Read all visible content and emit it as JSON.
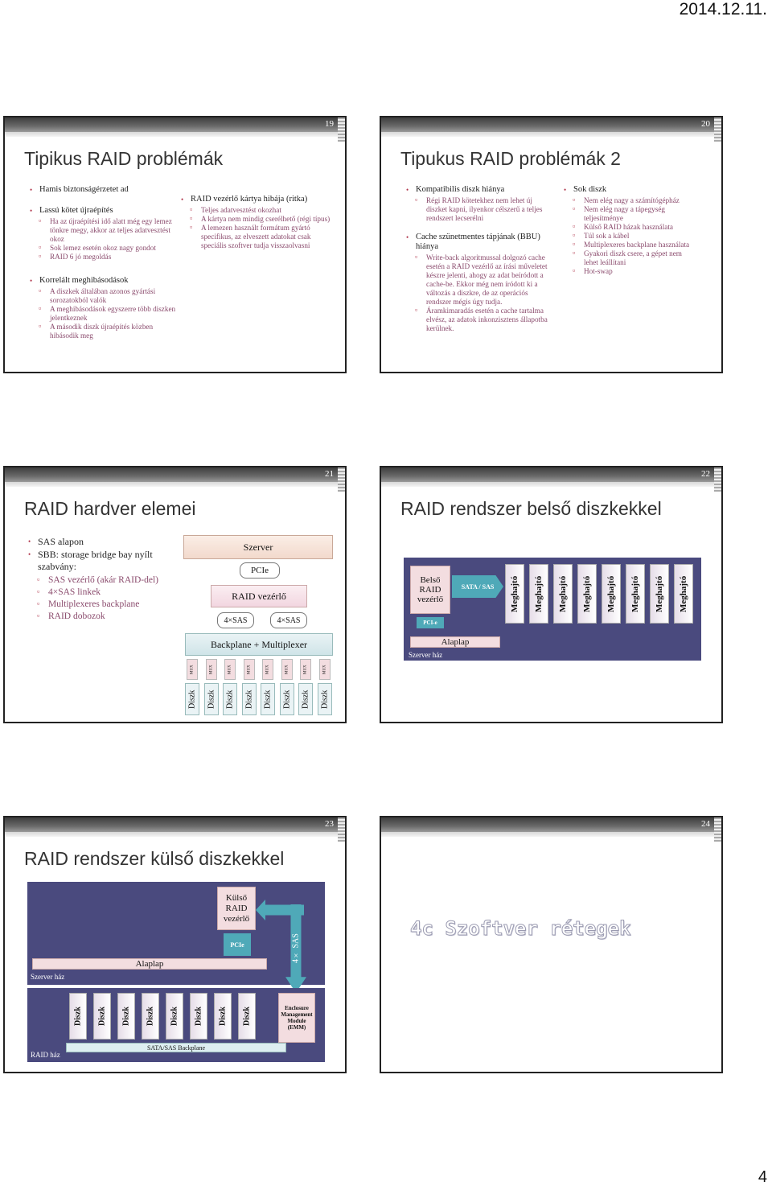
{
  "header": {
    "date": "2014.12.11."
  },
  "footer": {
    "page": "4"
  },
  "s19": {
    "num": "19",
    "title": "Tipikus RAID problémák",
    "col1": [
      {
        "t": "Hamis biztonságérzetet ad",
        "sub": []
      },
      {
        "t": "Lassú kötet újraépítés",
        "sub": [
          "Ha az újraépítési idő alatt még egy lemez tönkre megy, akkor az teljes adatvesztést okoz",
          "Sok lemez esetén okoz nagy gondot",
          "RAID 6 jó megoldás"
        ]
      },
      {
        "t": "Korrelált meghibásodások",
        "sub": [
          "A diszkek általában azonos gyártási sorozatokból valók",
          "A meghibásodások egyszerre több diszken jelentkeznek",
          "A második diszk újraépítés közben hibásodik meg"
        ]
      }
    ],
    "col2": [
      {
        "t": "RAID vezérlő kártya hibája (ritka)",
        "sub": [
          "Teljes adatvesztést okozhat",
          "A kártya nem mindig cserélhető (régi típus)",
          "A lemezen használt formátum gyártó specifikus, az elveszett adatokat csak speciális szoftver tudja visszaolvasni"
        ]
      }
    ]
  },
  "s20": {
    "num": "20",
    "title": "Tipukus RAID problémák 2",
    "col1": [
      {
        "t": "Kompatibilis diszk hiánya",
        "sub": [
          "Régi RAID kötetekhez nem lehet új diszket kapni, ilyenkor célszerű a teljes rendszert lecserélni"
        ]
      },
      {
        "t": "Cache szünetmentes tápjának (BBU) hiánya",
        "sub": [
          "Write-back algoritmussal dolgozó cache esetén a RAID vezérlő az írási műveletet készre jelenti, ahogy az adat beíródott a cache-be. Ekkor még nem íródott ki a változás a diszkre, de az operációs rendszer mégis úgy tudja.",
          "Áramkimaradás esetén a cache tartalma elvész, az adatok inkonzisztens állapotba kerülnek."
        ]
      }
    ],
    "col2": [
      {
        "t": "Sok diszk",
        "sub": [
          "Nem elég nagy a számítógépház",
          "Nem elég nagy a tápegység teljesítménye",
          "Külső RAID házak használata",
          "Túl sok a kábel",
          "Multiplexeres backplane használata",
          "Gyakori diszk csere, a gépet nem lehet leállítani",
          "Hot-swap"
        ]
      }
    ]
  },
  "s21": {
    "num": "21",
    "title": "RAID hardver elemei",
    "col1": [
      {
        "t": "SAS alapon",
        "sub": []
      },
      {
        "t": "SBB: storage bridge bay nyílt szabvány:",
        "sub": [
          "SAS vezérlő (akár RAID-del)",
          "4×SAS linkek",
          "Multiplexeres backplane",
          "RAID dobozok"
        ]
      }
    ],
    "diagram": {
      "server": "Szerver",
      "pcie": "PCIe",
      "raid": "RAID vezérlő",
      "sas_left": "4×SAS",
      "sas_right": "4×SAS",
      "backplane": "Backplane + Multiplexer",
      "mux": [
        "MUX",
        "MUX",
        "MUX",
        "MUX",
        "MUX",
        "MUX",
        "MUX",
        "MUX"
      ],
      "disks": [
        "Diszk",
        "Diszk",
        "Diszk",
        "Diszk",
        "Diszk",
        "Diszk",
        "Diszk",
        "Diszk"
      ]
    }
  },
  "s22": {
    "num": "22",
    "title": "RAID rendszer belső diszkekkel",
    "diagram": {
      "controller": "Belső RAID vezérlő",
      "link": "SATA / SAS",
      "pcie": "PCI-e",
      "board": "Alaplap",
      "case": "Szerver ház",
      "drives": [
        "Meghajtó",
        "Meghajtó",
        "Meghajtó",
        "Meghajtó",
        "Meghajtó",
        "Meghajtó",
        "Meghajtó",
        "Meghajtó"
      ]
    }
  },
  "s23": {
    "num": "23",
    "title": "RAID rendszer külső diszkekkel",
    "diagram": {
      "controller": "Külső RAID vezérlő",
      "pcie": "PCIe",
      "board": "Alaplap",
      "case": "Szerver ház",
      "link": "4× SAS",
      "disks": [
        "Diszk",
        "Diszk",
        "Diszk",
        "Diszk",
        "Diszk",
        "Diszk",
        "Diszk",
        "Diszk"
      ],
      "emm": "Enclosure Management Module (EMM)",
      "backplane": "SATA/SAS Backplane",
      "raid_case": "RAID ház"
    }
  },
  "s24": {
    "num": "24",
    "big": "4c Szoftver rétegek"
  }
}
